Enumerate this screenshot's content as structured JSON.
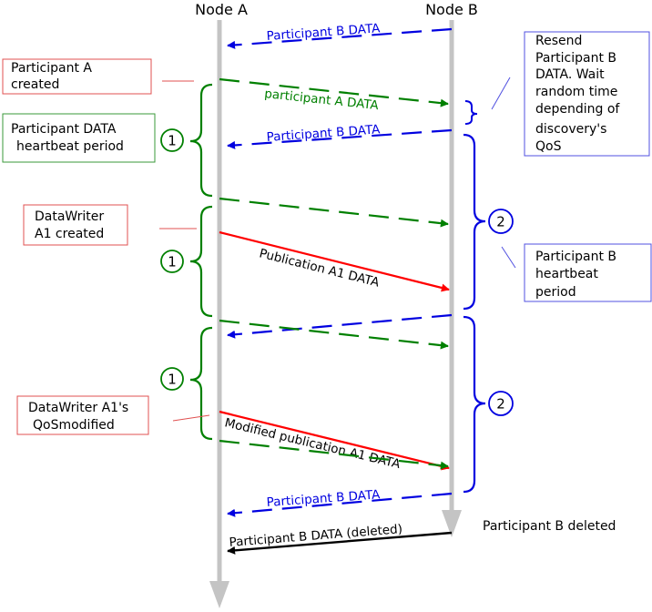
{
  "nodes": {
    "a": "Node A",
    "b": "Node B"
  },
  "colors": {
    "lifeline": "#c4c4c4",
    "green": "#008000",
    "blue": "#0000e0",
    "red": "#ff0000",
    "black": "#000000",
    "note_red": "#e05050",
    "note_green": "#3a9a3a",
    "note_blue": "#5050e0"
  },
  "messages": {
    "participant_b_data_1": "Participant B DATA",
    "participant_a_data": "participant A DATA",
    "participant_b_data_2": "Participant B DATA",
    "publication_a1": "Publication A1 DATA",
    "modified_publication_a1": "Modified publication A1 DATA",
    "participant_b_data_3": "Participant B DATA",
    "participant_b_deleted_data": "Participant B DATA (deleted)"
  },
  "notes": {
    "participant_a_created": [
      "Participant A",
      "created"
    ],
    "participant_data_heartbeat": [
      "Participant DATA",
      "heartbeat period"
    ],
    "datawriter_a1_created": [
      "DataWriter",
      "A1 created"
    ],
    "datawriter_a1_qos": [
      "DataWriter A1's",
      "QoSmodified"
    ],
    "resend_participant_b": [
      "Resend",
      "Participant B",
      "DATA. Wait",
      "random time",
      "depending of",
      "discovery's",
      "QoS"
    ],
    "participant_b_heartbeat": [
      "Participant B",
      "heartbeat",
      "period"
    ],
    "participant_b_deleted": "Participant B deleted"
  },
  "period_markers": {
    "one": "1",
    "two": "2"
  }
}
